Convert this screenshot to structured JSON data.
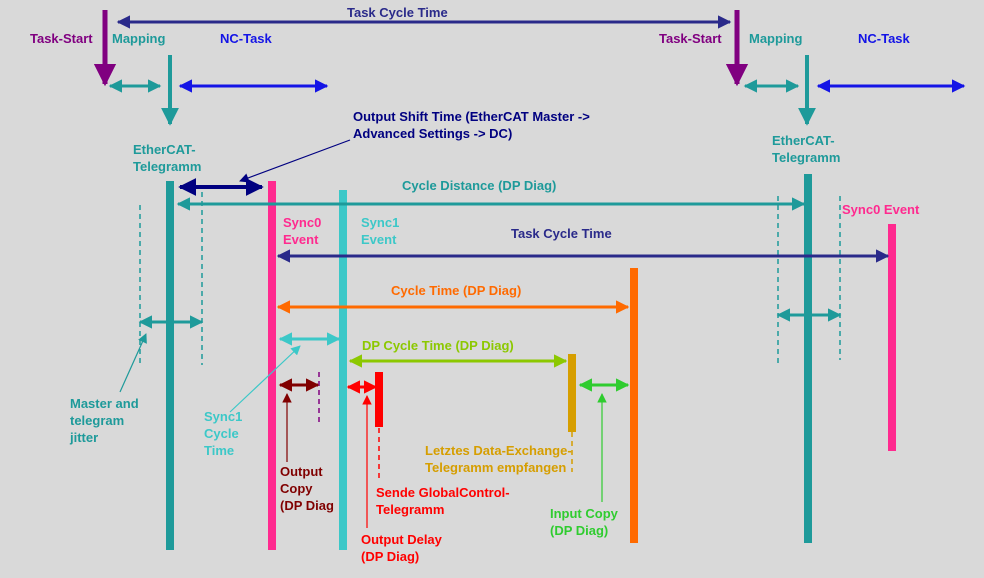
{
  "colors": {
    "background": "#d9d9d9",
    "purple": "#800080",
    "teal": "#1e9a9a",
    "navy": "#2a2a8a",
    "blue": "#1414e6",
    "darknavy": "#000080",
    "pink": "#ff2a8f",
    "cyan": "#3cc8c8",
    "orange": "#ff6a00",
    "lime": "#8cc800",
    "gold": "#d69e00",
    "green": "#2fcc2f",
    "red": "#ff0000",
    "darkred": "#800000"
  },
  "labels": {
    "task_cycle_time_top": "Task Cycle Time",
    "task_start_1": "Task-Start",
    "mapping_1": "Mapping",
    "nc_task_1": "NC-Task",
    "task_start_2": "Task-Start",
    "mapping_2": "Mapping",
    "nc_task_2": "NC-Task",
    "output_shift_time": "Output Shift Time (EtherCAT Master ->\nAdvanced Settings -> DC)",
    "ethercat_telegramm_1": "EtherCAT-\nTelegramm",
    "ethercat_telegramm_2": "EtherCAT-\nTelegramm",
    "cycle_distance": "Cycle Distance (DP Diag)",
    "sync0_event_1": "Sync0\nEvent",
    "sync1_event": "Sync1\nEvent",
    "sync0_event_2": "Sync0 Event",
    "task_cycle_time_mid": "Task Cycle Time",
    "cycle_time_dp": "Cycle Time (DP Diag)",
    "dp_cycle_time": "DP Cycle Time (DP Diag)",
    "master_jitter": "Master and\ntelegram\njitter",
    "sync1_cycle_time": "Sync1\nCycle\nTime",
    "output_copy": "Output\nCopy\n(DP Diag",
    "letztes": "Letztes Data-Exchange-\nTelegramm empfangen",
    "sende": "Sende GlobalControl-\nTelegramm",
    "input_copy": "Input Copy\n(DP Diag)",
    "output_delay": "Output Delay\n(DP Diag)"
  }
}
